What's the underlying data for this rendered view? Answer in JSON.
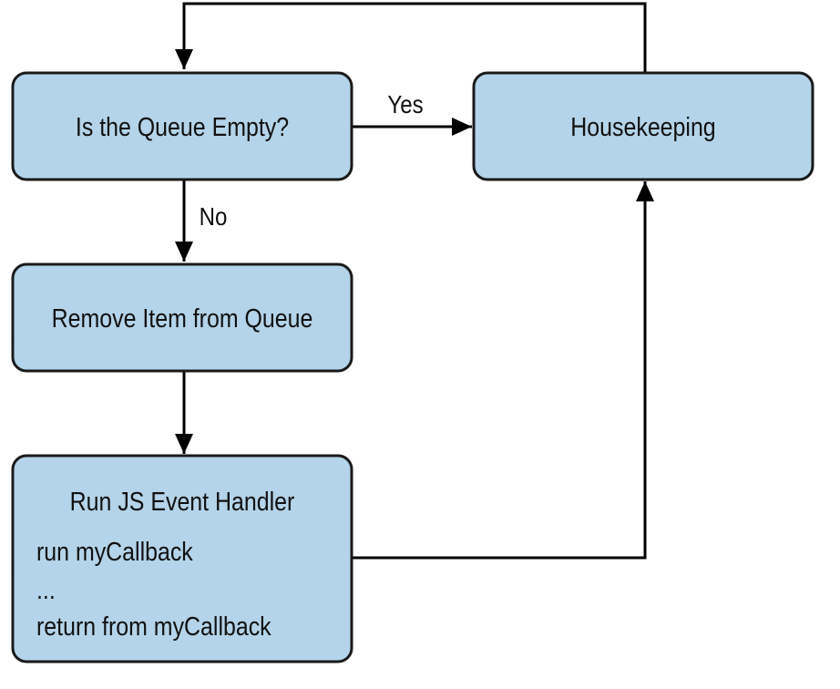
{
  "nodes": {
    "queue_check": "Is the Queue Empty?",
    "housekeeping": "Housekeeping",
    "remove_item": "Remove Item from Queue",
    "event_handler": {
      "title": "Run JS Event Handler",
      "lines": [
        "run myCallback",
        "...",
        "return from myCallback"
      ]
    }
  },
  "edges": {
    "yes_label": "Yes",
    "no_label": "No"
  },
  "colors": {
    "node_fill": "#b3d4ea",
    "node_stroke": "#1a1a1a",
    "edge": "#000000"
  }
}
